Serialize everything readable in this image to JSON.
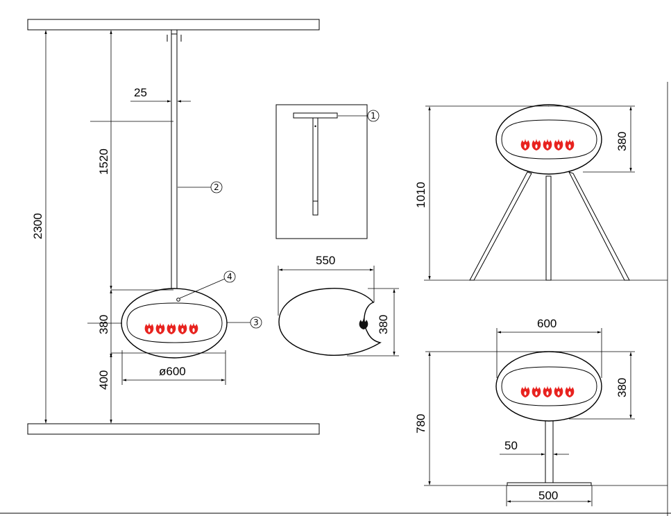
{
  "dimensions": {
    "ceiling_height": "2300",
    "rod_length": "1520",
    "rod_width": "25",
    "suspended_height": "380",
    "floor_clearance": "400",
    "diameter": "ø600",
    "side_depth": "550",
    "side_height": "380",
    "tripod_total_height": "1010",
    "tripod_body_height": "380",
    "pedestal_width": "600",
    "pedestal_body_height": "380",
    "pedestal_total_height": "780",
    "pedestal_stem": "50",
    "pedestal_base": "500"
  },
  "callouts": [
    "1",
    "2",
    "3",
    "4"
  ],
  "colors": {
    "line": "#000000",
    "flame": "#e8231f",
    "background": "#ffffff"
  }
}
